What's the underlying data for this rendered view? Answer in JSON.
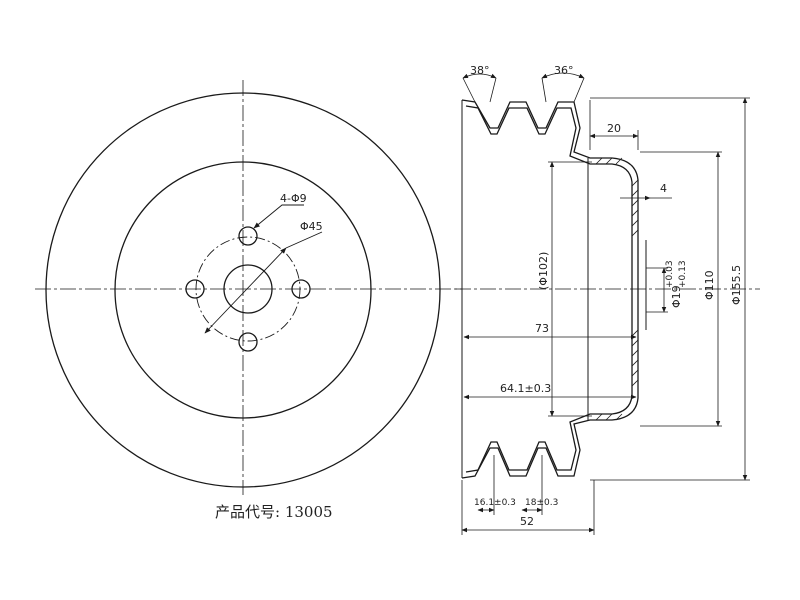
{
  "drawing": {
    "product_code": "产品代号: 13005",
    "line_color": "#1a1a1a",
    "front_view": {
      "hole_label": "4-Φ9",
      "pcd_label": "Φ45"
    },
    "section_view": {
      "angle_left": "38°",
      "angle_right": "36°",
      "dim_20": "20",
      "dim_4": "4",
      "dim_102": "(Φ102)",
      "dim_73": "73",
      "dim_19": "Φ19",
      "dim_19_tol_upper": "+0.03",
      "dim_19_tol_lower": "+0.13",
      "dim_110": "Φ110",
      "dim_155": "Φ155.5",
      "dim_64": "64.1±0.3",
      "dim_16": "16.1±0.3",
      "dim_18": "18±0.3",
      "dim_52": "52"
    }
  }
}
